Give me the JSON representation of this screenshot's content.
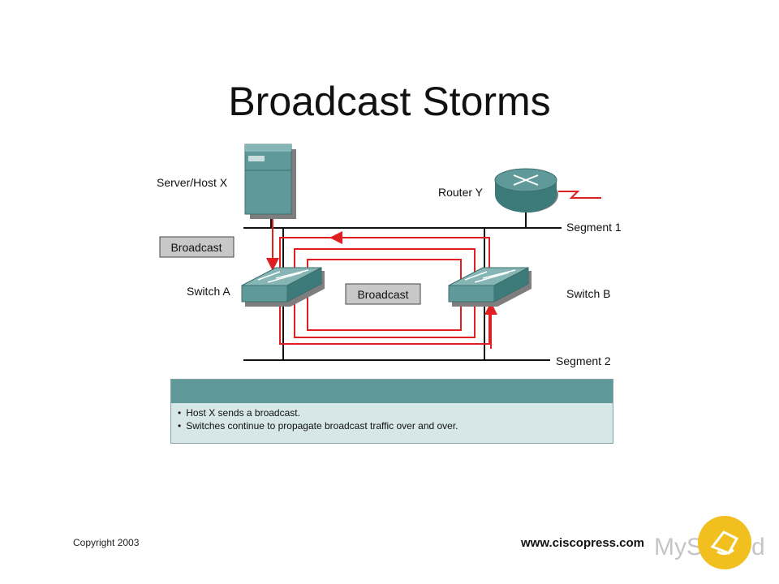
{
  "slide": {
    "title": "Broadcast Storms",
    "copyright": "Copyright 2003",
    "website": "www.ciscopress.com",
    "watermark": "MyShared"
  },
  "diagram": {
    "server_label": "Server/Host X",
    "router_label": "Router Y",
    "segment1_label": "Segment 1",
    "segment2_label": "Segment 2",
    "switch_a_label": "Switch A",
    "switch_b_label": "Switch B",
    "broadcast_label_left": "Broadcast",
    "broadcast_label_center": "Broadcast"
  },
  "info": {
    "bullets": [
      "Host X sends a broadcast.",
      "Switches continue to propagate broadcast traffic over and over."
    ]
  },
  "colors": {
    "device_teal": "#5f9999",
    "flow_red": "#e02020",
    "panel_bg": "#d7e6e6",
    "watermark_yellow": "#f2c01e"
  }
}
